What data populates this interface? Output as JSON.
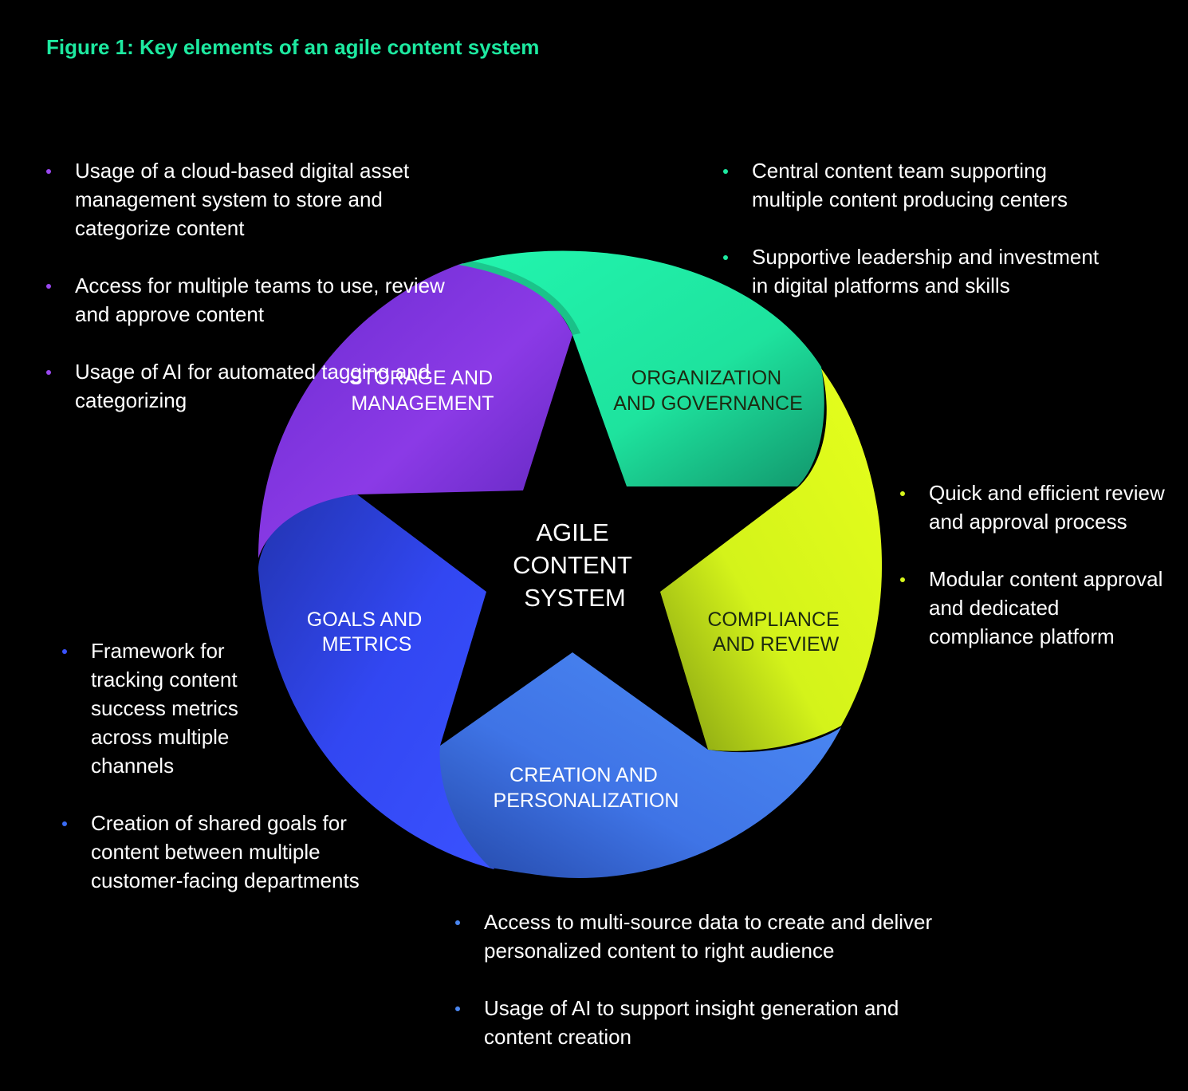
{
  "title": "Figure 1: Key elements of an agile content system",
  "center": {
    "line1": "AGILE",
    "line2": "CONTENT",
    "line3": "SYSTEM"
  },
  "segments": {
    "storage": {
      "line1": "STORAGE AND",
      "line2": "MANAGEMENT",
      "color": "#8b3ae6"
    },
    "organization": {
      "line1": "ORGANIZATION",
      "line2": "AND GOVERNANCE",
      "color": "#1ff0a4"
    },
    "compliance": {
      "line1": "COMPLIANCE",
      "line2": "AND REVIEW",
      "color": "#d6f51c"
    },
    "creation": {
      "line1": "CREATION AND",
      "line2": "PERSONALIZATION",
      "color": "#4a86f0"
    },
    "goals": {
      "line1": "GOALS AND",
      "line2": "METRICS",
      "color": "#3349f5"
    }
  },
  "bullets": {
    "storage": [
      "Usage of a cloud-based digital asset management system to store and categorize content",
      "Access for multiple teams to use, review and approve content",
      "Usage of AI for automated tagging and categorizing"
    ],
    "organization": [
      "Central content team supporting multiple content producing centers",
      "Supportive leadership and investment in digital platforms and skills"
    ],
    "compliance": [
      "Quick and efficient review and approval process",
      "Modular content approval and dedicated compliance platform"
    ],
    "goals": [
      "Framework for tracking content success metrics across multiple channels",
      "Creation of shared goals for content between multiple customer-facing departments"
    ],
    "creation": [
      "Access to multi-source data to create and deliver personalized content to right audience",
      "Usage of AI to support insight generation and content creation"
    ]
  }
}
